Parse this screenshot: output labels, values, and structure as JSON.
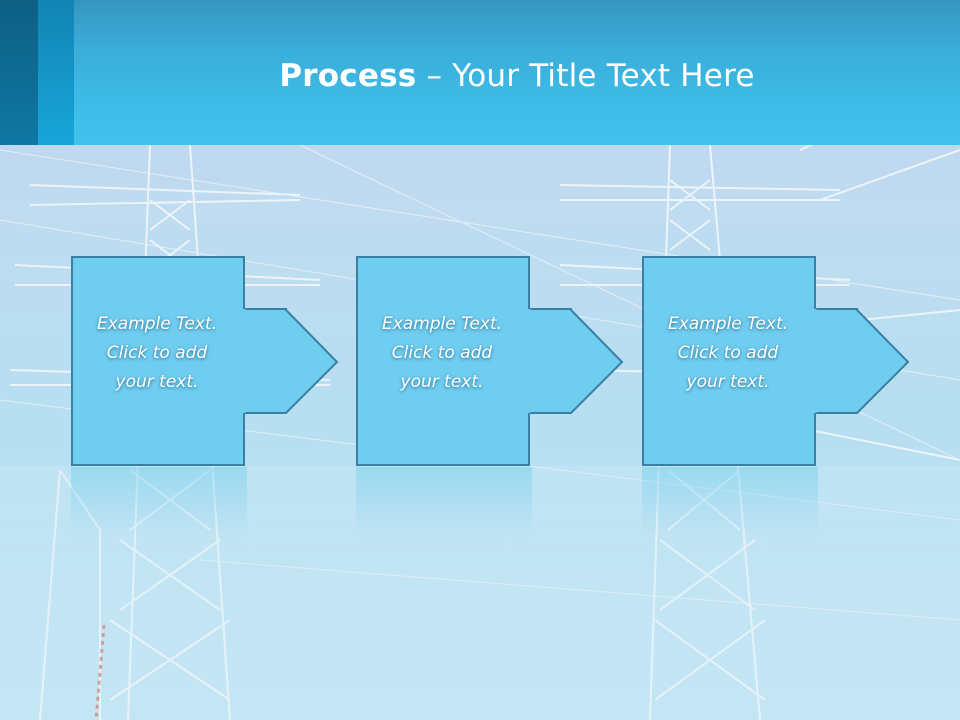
{
  "slide": {
    "title_bold": "Process",
    "title_rest": " – Your Title Text Here"
  },
  "steps": [
    {
      "line1": "Example Text.",
      "line2": "Click  to add",
      "line3": "your text."
    },
    {
      "line1": "Example Text.",
      "line2": "Click  to add",
      "line3": "your text."
    },
    {
      "line1": "Example Text.",
      "line2": "Click  to add",
      "line3": "your text."
    }
  ],
  "colors": {
    "header": "#3dbde9",
    "accent_dark": "#0f78a3",
    "box_fill": "#6fcdf0",
    "box_border": "#3a7fa4",
    "text": "#ffffff"
  },
  "background": {
    "subject": "electricity pylons against sky"
  }
}
